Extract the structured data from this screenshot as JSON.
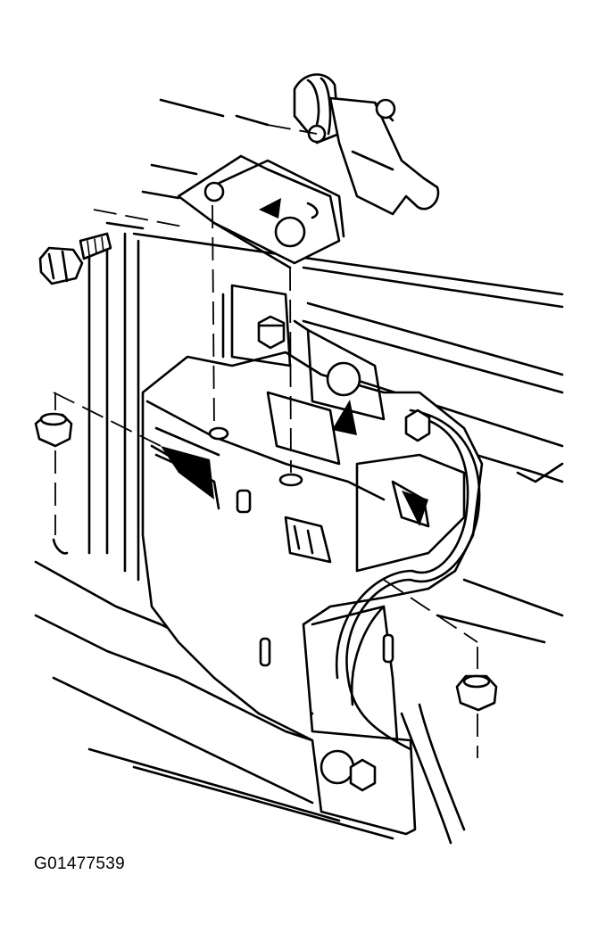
{
  "figure": {
    "caption": "G01477539",
    "parts": [
      "hood-latch",
      "latch-mounting-bracket",
      "bracket-bolt",
      "mounting-nut-left",
      "mounting-nut-right",
      "radiator-support",
      "hood-release-cable"
    ]
  }
}
